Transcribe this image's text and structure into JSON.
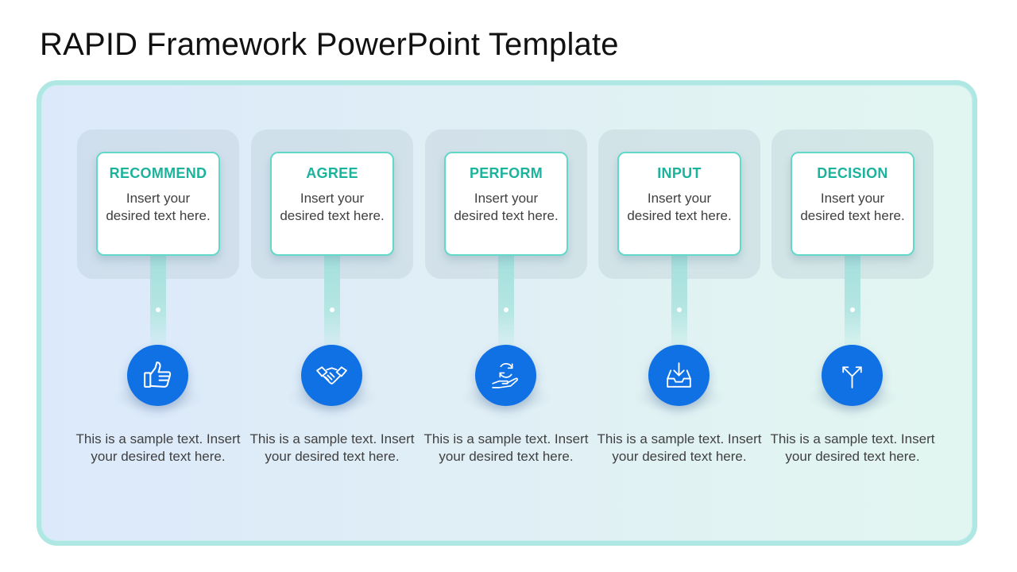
{
  "slide": {
    "title": "RAPID Framework PowerPoint Template"
  },
  "colors": {
    "label_teal": "#1cb39c",
    "card_border": "#62d8c9",
    "icon_circle_blue": "#1071e5",
    "frame_border": "#aee7e3"
  },
  "steps": [
    {
      "label": "RECOMMEND",
      "card_text": "Insert your desired text here.",
      "icon": "thumbs-up-icon",
      "description": "This is a sample text. Insert your desired text here."
    },
    {
      "label": "AGREE",
      "card_text": "Insert your desired text here.",
      "icon": "handshake-icon",
      "description": "This is a sample text. Insert your desired text here."
    },
    {
      "label": "PERFORM",
      "card_text": "Insert your desired text here.",
      "icon": "hand-cycle-icon",
      "description": "This is a sample text. Insert your desired text here."
    },
    {
      "label": "INPUT",
      "card_text": "Insert your desired text here.",
      "icon": "inbox-download-icon",
      "description": "This is a sample text. Insert your desired text here."
    },
    {
      "label": "DECISION",
      "card_text": "Insert your desired text here.",
      "icon": "split-arrow-icon",
      "description": "This is a sample text. Insert your desired text here."
    }
  ]
}
